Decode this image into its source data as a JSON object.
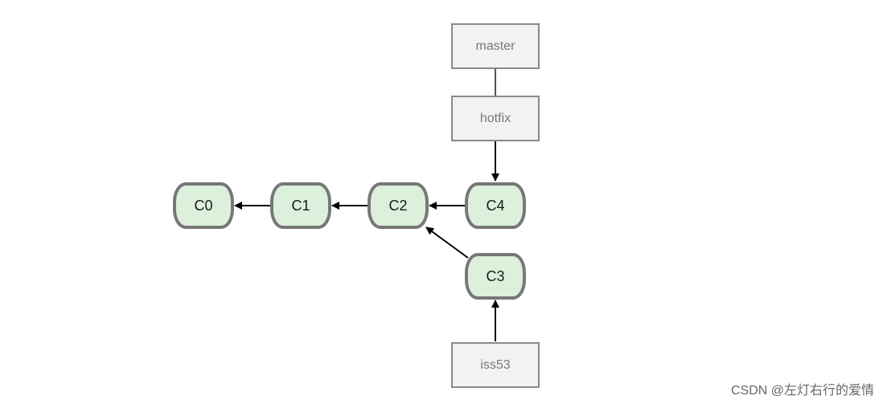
{
  "branches": {
    "master": "master",
    "hotfix": "hotfix",
    "iss53": "iss53"
  },
  "commits": {
    "c0": "C0",
    "c1": "C1",
    "c2": "C2",
    "c3": "C3",
    "c4": "C4"
  },
  "watermark": "CSDN @左灯右行的爱情",
  "colors": {
    "commit_fill": "#dcf0dc",
    "commit_border": "#777777",
    "branch_fill": "#f2f2f2",
    "branch_border": "#8a8a8a",
    "arrow": "#000000"
  }
}
